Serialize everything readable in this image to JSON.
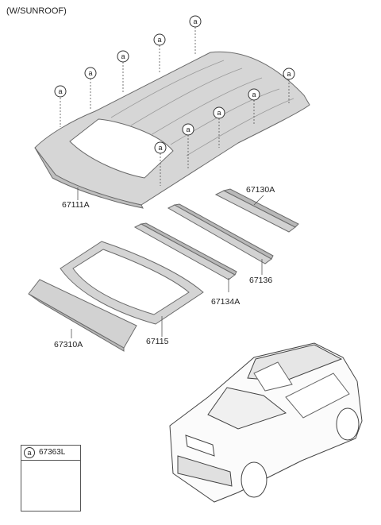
{
  "header": {
    "variant": "(W/SUNROOF)"
  },
  "callout_symbol": "a",
  "parts": {
    "roof_panel": "67111A",
    "rear_rail": "67130A",
    "rail_2": "67136",
    "rail_3": "67134A",
    "sunroof_frame": "67115",
    "front_rail": "67310A"
  },
  "legend": {
    "symbol": "a",
    "code": "67363L"
  }
}
